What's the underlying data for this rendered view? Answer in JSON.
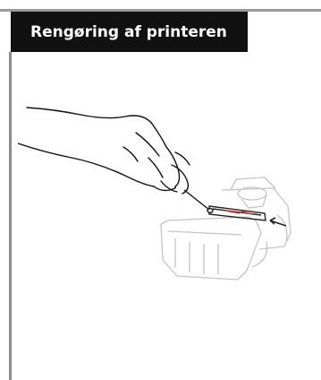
{
  "page": {
    "title": "Rengøring af printeren",
    "accent_color": "#111111",
    "rule_color": "#8c8c8c"
  },
  "illustration": {
    "subject": "hand-cleaning-printhead-with-swab",
    "icon": "printer-cleaning-illustration"
  }
}
